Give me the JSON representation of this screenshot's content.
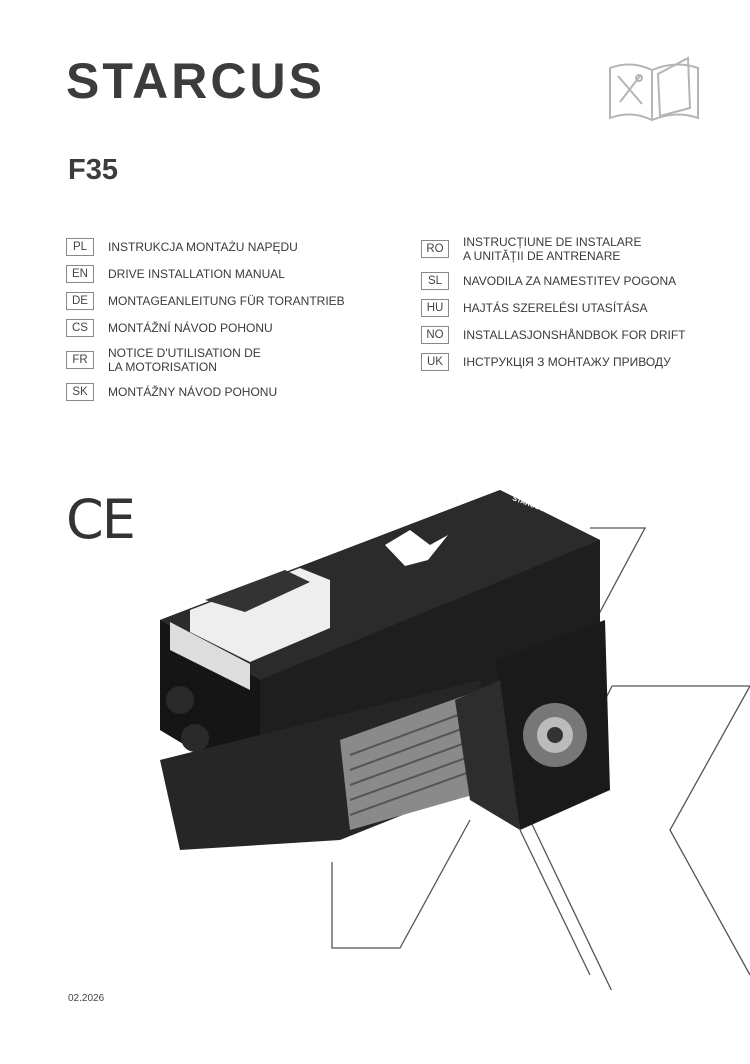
{
  "brand": "STARCUS",
  "model": "F35",
  "icons": {
    "manual": "manual-tools-icon",
    "ce": "CE"
  },
  "languages_left": [
    {
      "code": "PL",
      "title": "INSTRUKCJA MONTAŻU NAPĘDU"
    },
    {
      "code": "EN",
      "title": "DRIVE INSTALLATION MANUAL"
    },
    {
      "code": "DE",
      "title": "MONTAGEANLEITUNG FÜR TORANTRIEB"
    },
    {
      "code": "CS",
      "title": "MONTÁŽNÍ NÁVOD POHONU"
    },
    {
      "code": "FR",
      "title": "NOTICE D'UTILISATION DE",
      "title2": "LA MOTORISATION"
    },
    {
      "code": "SK",
      "title": "MONTÁŽNY NÁVOD POHONU"
    }
  ],
  "languages_right": [
    {
      "code": "RO",
      "title": "INSTRUCȚIUNE DE INSTALARE",
      "title2": "A UNITĂȚII DE ANTRENARE"
    },
    {
      "code": "SL",
      "title": "NAVODILA ZA NAMESTITEV POGONA"
    },
    {
      "code": "HU",
      "title": "HAJTÁS SZERELÉSI UTASÍTÁSA"
    },
    {
      "code": "NO",
      "title": "INSTALLASJONSHÅNDBOK FOR DRIFT"
    },
    {
      "code": "UK",
      "title": "ІНСТРУКЦІЯ З МОНТАЖУ ПРИВОДУ"
    }
  ],
  "ce_mark": "CE",
  "product_label": "STARCUS",
  "date": "02.2026"
}
